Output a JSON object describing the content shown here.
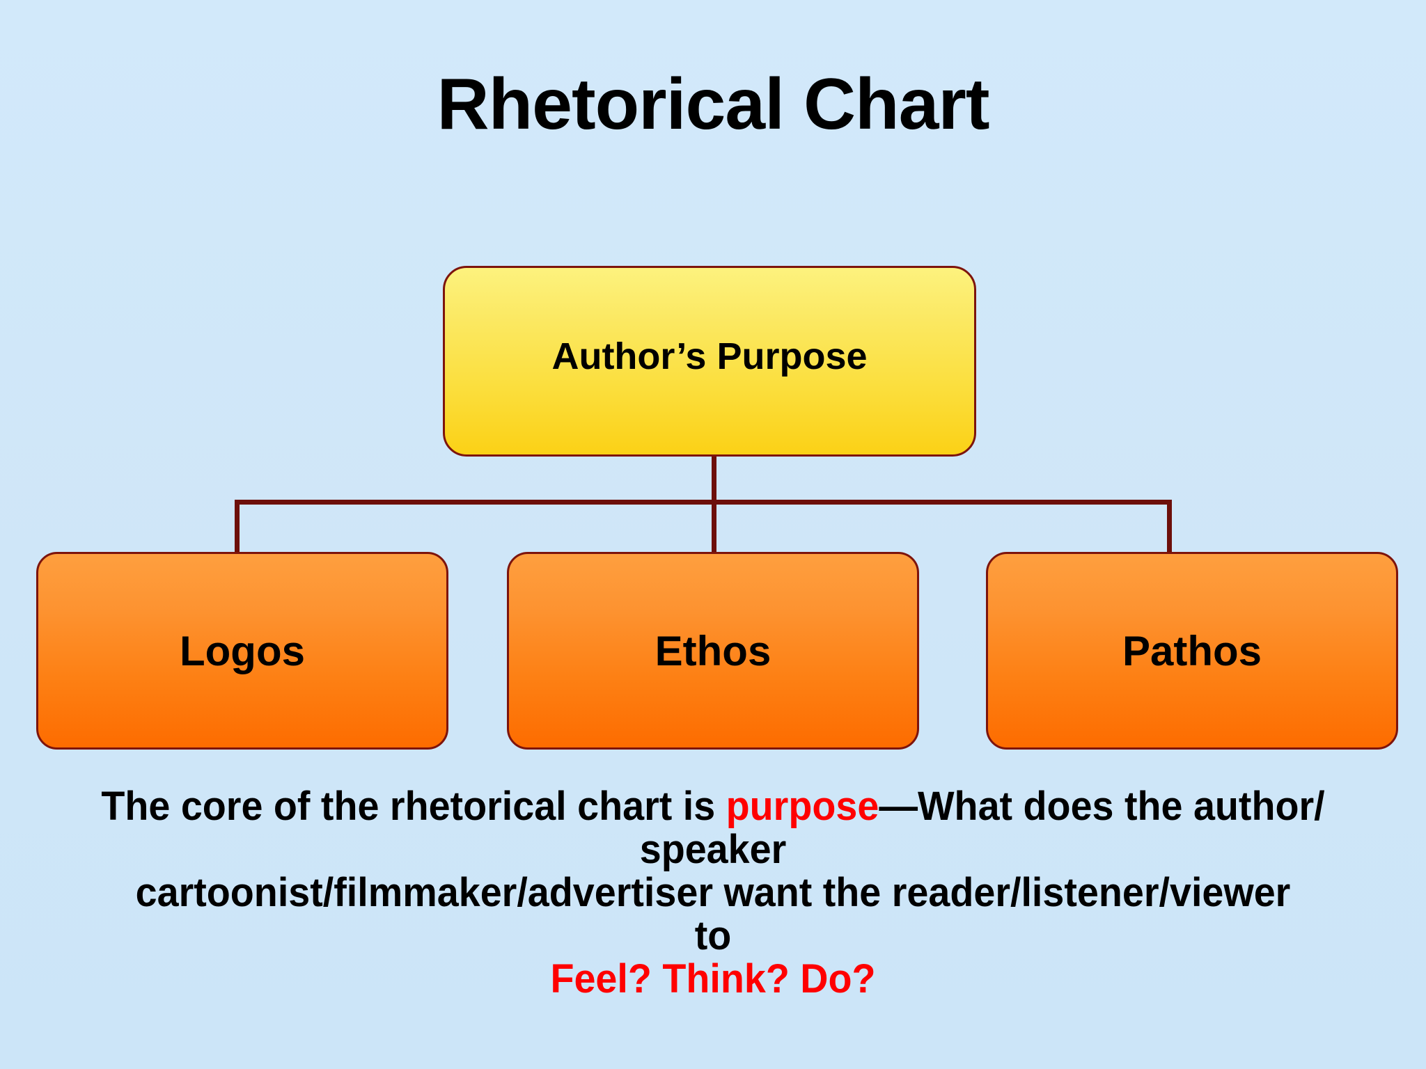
{
  "slide": {
    "title": "Rhetorical Chart",
    "background_color": "#cfe7f9"
  },
  "diagram": {
    "type": "hierarchy",
    "root": {
      "label": "Author’s Purpose",
      "fill_top": "#fdf27e",
      "fill_bottom": "#fbd116",
      "border_color": "#7d140c"
    },
    "children": [
      {
        "label": "Logos",
        "fill_top": "#fe9f3f",
        "fill_bottom": "#fd6c00",
        "border_color": "#7d140c"
      },
      {
        "label": "Ethos",
        "fill_top": "#fe9f3f",
        "fill_bottom": "#fd6c00",
        "border_color": "#7d140c"
      },
      {
        "label": "Pathos",
        "fill_top": "#fe9f3f",
        "fill_bottom": "#fd6c00",
        "border_color": "#7d140c"
      }
    ],
    "connector_color": "#6d0f0a"
  },
  "caption": {
    "line1_before": "The core of the rhetorical chart is ",
    "line1_accent": "purpose",
    "line1_after": "—What does the author/",
    "line2": "speaker",
    "line3": "cartoonist/filmmaker/advertiser want the reader/listener/viewer",
    "line4_lead": "to",
    "line5_accent": "Feel?  Think?  Do?",
    "accent_color": "#ff0000"
  }
}
